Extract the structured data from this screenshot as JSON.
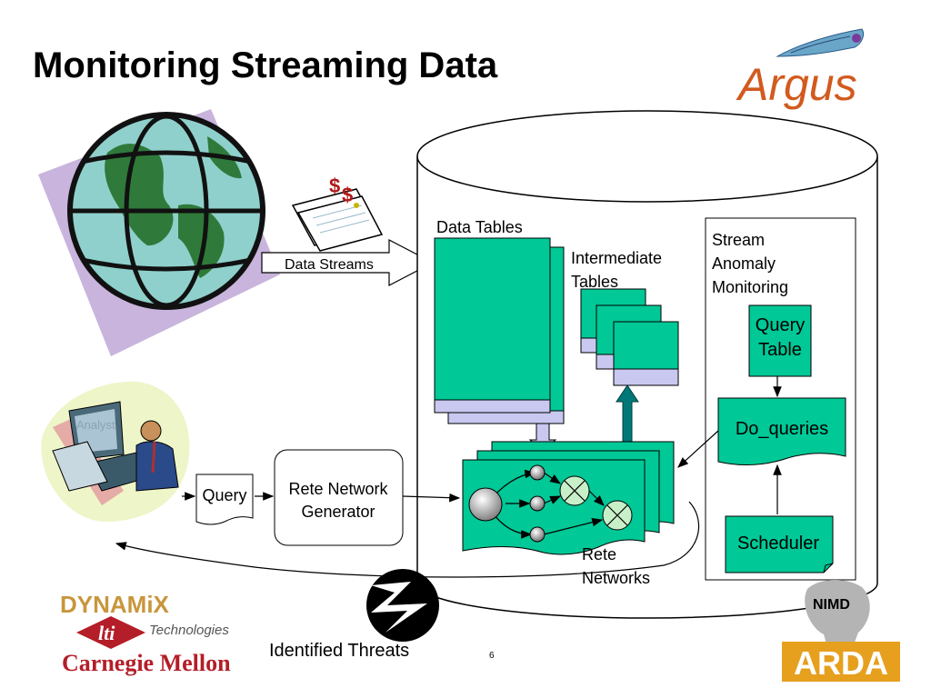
{
  "slide": {
    "title": "Monitoring Streaming Data",
    "page_number": "6"
  },
  "logos": {
    "argus": "Argus",
    "dynamix": "DYNAMiX",
    "dynamix_sub": "Technologies",
    "lti": "lti",
    "cmu": "Carnegie Mellon",
    "nimd": "NIMD",
    "arda": "ARDA"
  },
  "labels": {
    "analyst": "Analyst",
    "data_streams": "Data Streams",
    "data_tables": "Data Tables",
    "intermediate_1": "Intermediate",
    "intermediate_2": "Tables",
    "stream_anomaly_1": "Stream",
    "stream_anomaly_2": "Anomaly",
    "stream_anomaly_3": "Monitoring",
    "query_table_1": "Query",
    "query_table_2": "Table",
    "do_queries": "Do_queries",
    "scheduler": "Scheduler",
    "query_doc": "Query",
    "rete_gen_1": "Rete Network",
    "rete_gen_2": "Generator",
    "rete_nets_1": "Rete",
    "rete_nets_2": "Networks",
    "identified_threats": "Identified Threats"
  },
  "colors": {
    "teal": "#00c896",
    "lavender": "#c8c8f0",
    "arrow_teal": "#007878",
    "node_green": "#c8f0c8",
    "argus_orange": "#d25a1e",
    "dynamix_gold": "#c8963c",
    "cmu_red": "#b41e28",
    "arda_gold": "#e6a01e"
  }
}
